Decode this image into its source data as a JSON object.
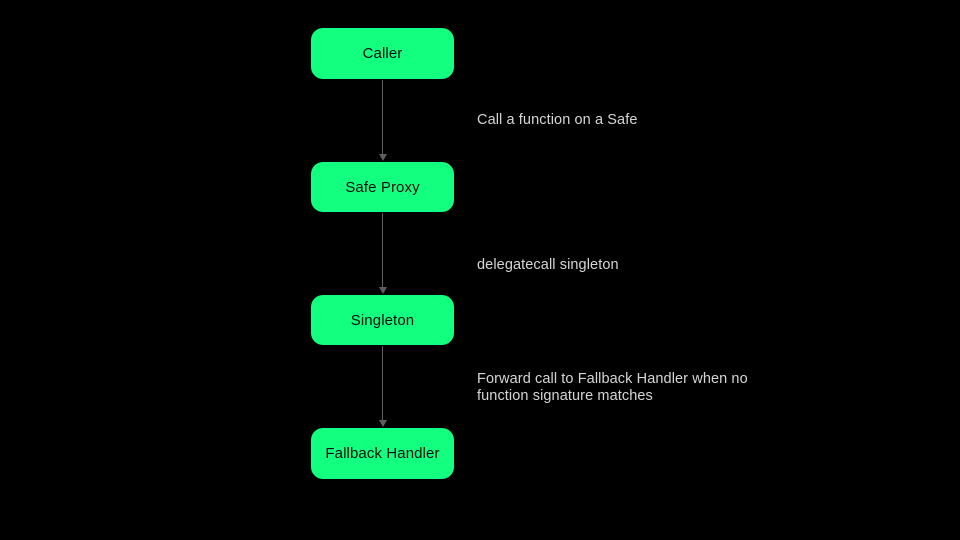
{
  "diagram": {
    "type": "flowchart",
    "direction": "top-down",
    "nodes": [
      {
        "id": "caller",
        "label": "Caller"
      },
      {
        "id": "safe-proxy",
        "label": "Safe Proxy"
      },
      {
        "id": "singleton",
        "label": "Singleton"
      },
      {
        "id": "fallback-handler",
        "label": "Fallback Handler"
      }
    ],
    "edges": [
      {
        "from": "caller",
        "to": "safe-proxy",
        "label": "Call a function on a Safe"
      },
      {
        "from": "safe-proxy",
        "to": "singleton",
        "label": "delegatecall singleton"
      },
      {
        "from": "singleton",
        "to": "fallback-handler",
        "label": "Forward call to Fallback Handler when no\nfunction signature matches"
      }
    ]
  },
  "colors": {
    "background": "#000000",
    "node_fill": "#12ff80",
    "node_text": "#0b0f0c",
    "edge_line": "#5f5f5f",
    "edge_label_text": "#d6d6d6"
  }
}
